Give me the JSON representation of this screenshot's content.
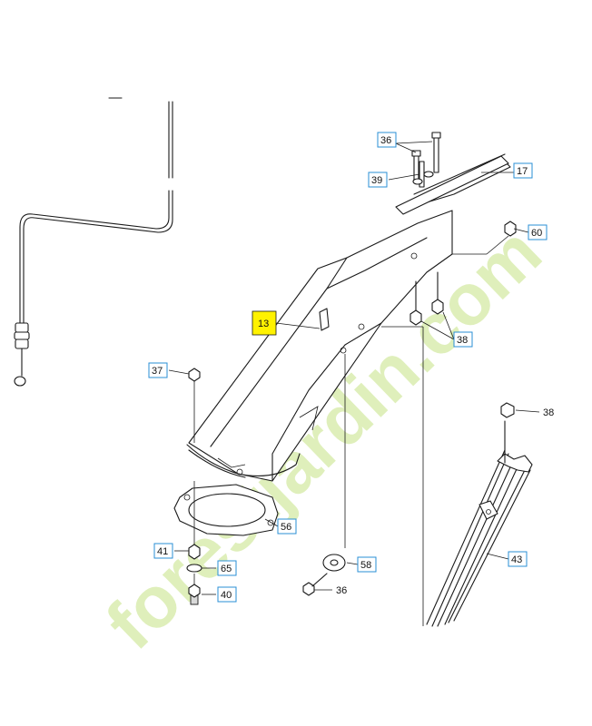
{
  "watermark": "forestjardin.com",
  "callouts": {
    "c13": "13",
    "c17": "17",
    "c36a": "36",
    "c36b": "36",
    "c37": "37",
    "c38a": "38",
    "c38b": "38",
    "c39": "39",
    "c40": "40",
    "c41": "41",
    "c43": "43",
    "c56": "56",
    "c58": "58",
    "c60": "60",
    "c65": "65"
  },
  "colors": {
    "callout_border": "#2a8fd6",
    "highlight": "#fff200",
    "watermark": "#b9dc6a"
  }
}
